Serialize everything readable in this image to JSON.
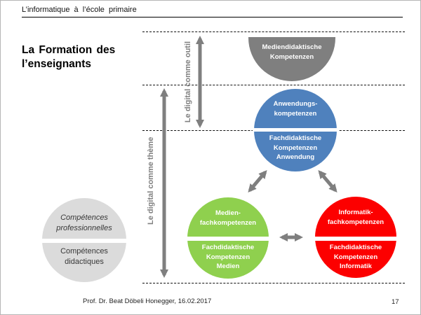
{
  "slide": {
    "header": "L’informatique  à  l’école  primaire",
    "title": "La Formation  des\nl’enseignants",
    "footer": "Prof. Dr. Beat Döbeli Honegger, 16.02.2017",
    "page_number": "17"
  },
  "axis_labels": {
    "outil": "Le digital comme outil",
    "theme": "Le digital comme thème"
  },
  "circles": {
    "mediendidaktik": {
      "label": "Mediendidaktische\nKompetenzen",
      "color": "#7F7F7F"
    },
    "anwendung": {
      "top_label": "Anwendungs-\nkompetenzen",
      "bottom_label": "Fachdidaktische\nKompetenzen\nAnwendung",
      "color": "#4F81BD"
    },
    "medien": {
      "top_label": "Medien-\nfachkompetenzen",
      "bottom_label": "Fachdidaktische\nKompetenzen\nMedien",
      "color": "#8FD04E"
    },
    "informatik": {
      "top_label": "Informatik-\nfachkompetenzen",
      "bottom_label": "Fachdidaktische\nKompetenzen\nInformatik",
      "color": "#FC0000"
    },
    "competences": {
      "top_label": "Compétences\nprofessionnelles",
      "bottom_label": "Compétences\ndidactiques",
      "color": "#DBDBDB"
    }
  },
  "colors": {
    "arrow": "#7F7F7F",
    "axis_label": "#7F7F7F",
    "dashed_line": "#111111"
  }
}
